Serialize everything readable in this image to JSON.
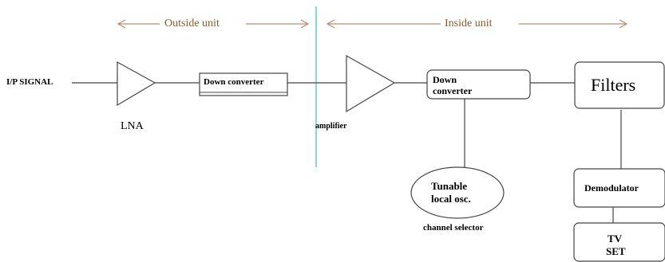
{
  "regions": {
    "outside": "Outside unit",
    "inside": "Inside unit"
  },
  "input_label": "I/P SIGNAL",
  "lna_label": "LNA",
  "outside_converter": "Down converter",
  "amplifier_label": "amplifier",
  "inside_converter": {
    "line1": "Down",
    "line2": "converter"
  },
  "filters_label": "Filters",
  "oscillator": {
    "line1": "Tunable",
    "line2": "local osc."
  },
  "channel_selector": "channel selector",
  "demodulator_label": "Demodulator",
  "tv_set": {
    "line1": "TV",
    "line2": "SET"
  },
  "colors": {
    "section_text": "#8a5a2b",
    "section_arrows": "#b09070",
    "divider": "#55d8b0",
    "lines": "#444444"
  }
}
